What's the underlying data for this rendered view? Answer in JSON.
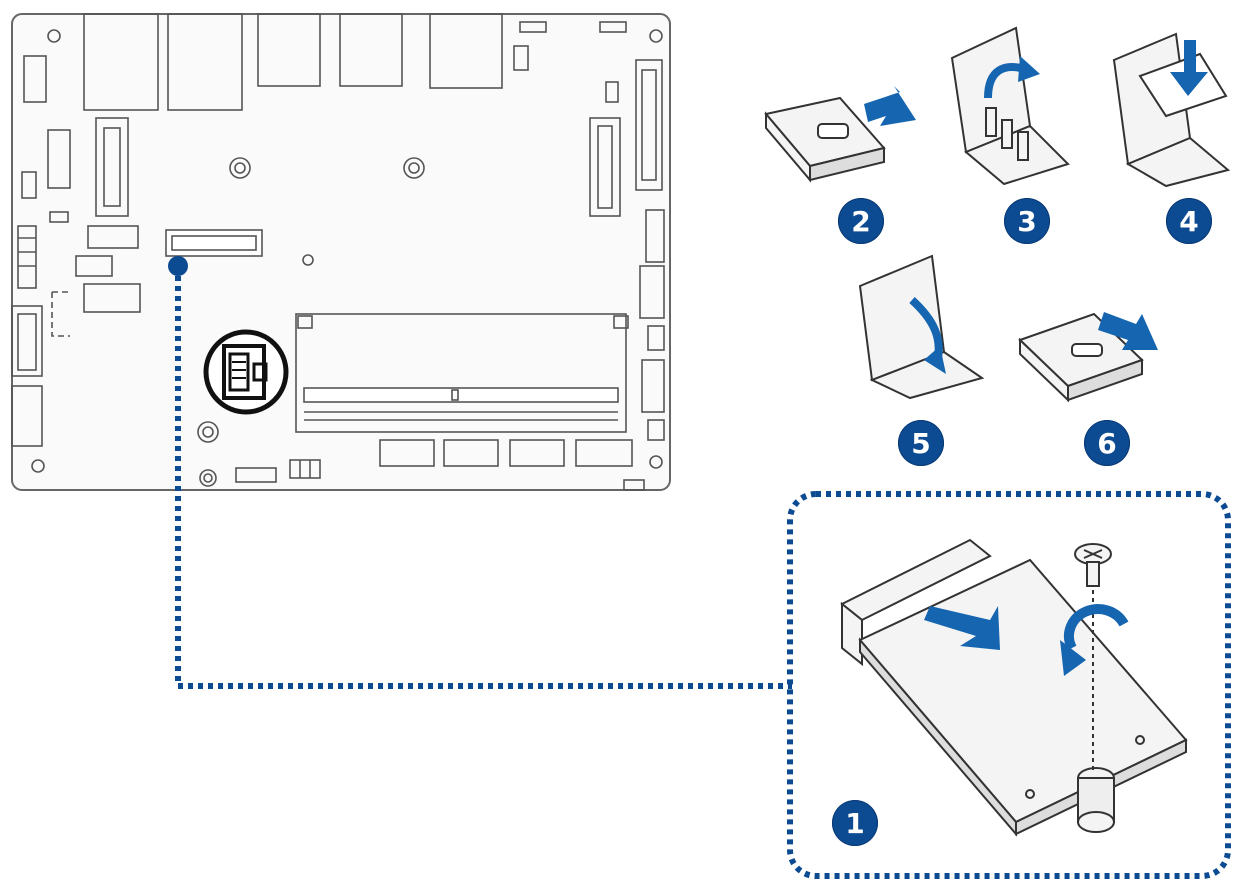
{
  "colors": {
    "accent": "#0c4a92",
    "arrow": "#1565b0",
    "line": "#555555",
    "board": "#fafafa"
  },
  "steps": {
    "s1": "1",
    "s2": "2",
    "s3": "3",
    "s4": "4",
    "s5": "5",
    "s6": "6"
  },
  "icons": {
    "motherboard": "motherboard-diagram",
    "sim_slot": "sim-card-slot-icon",
    "connector": "dotted-connector-line",
    "screw": "screw-icon"
  }
}
